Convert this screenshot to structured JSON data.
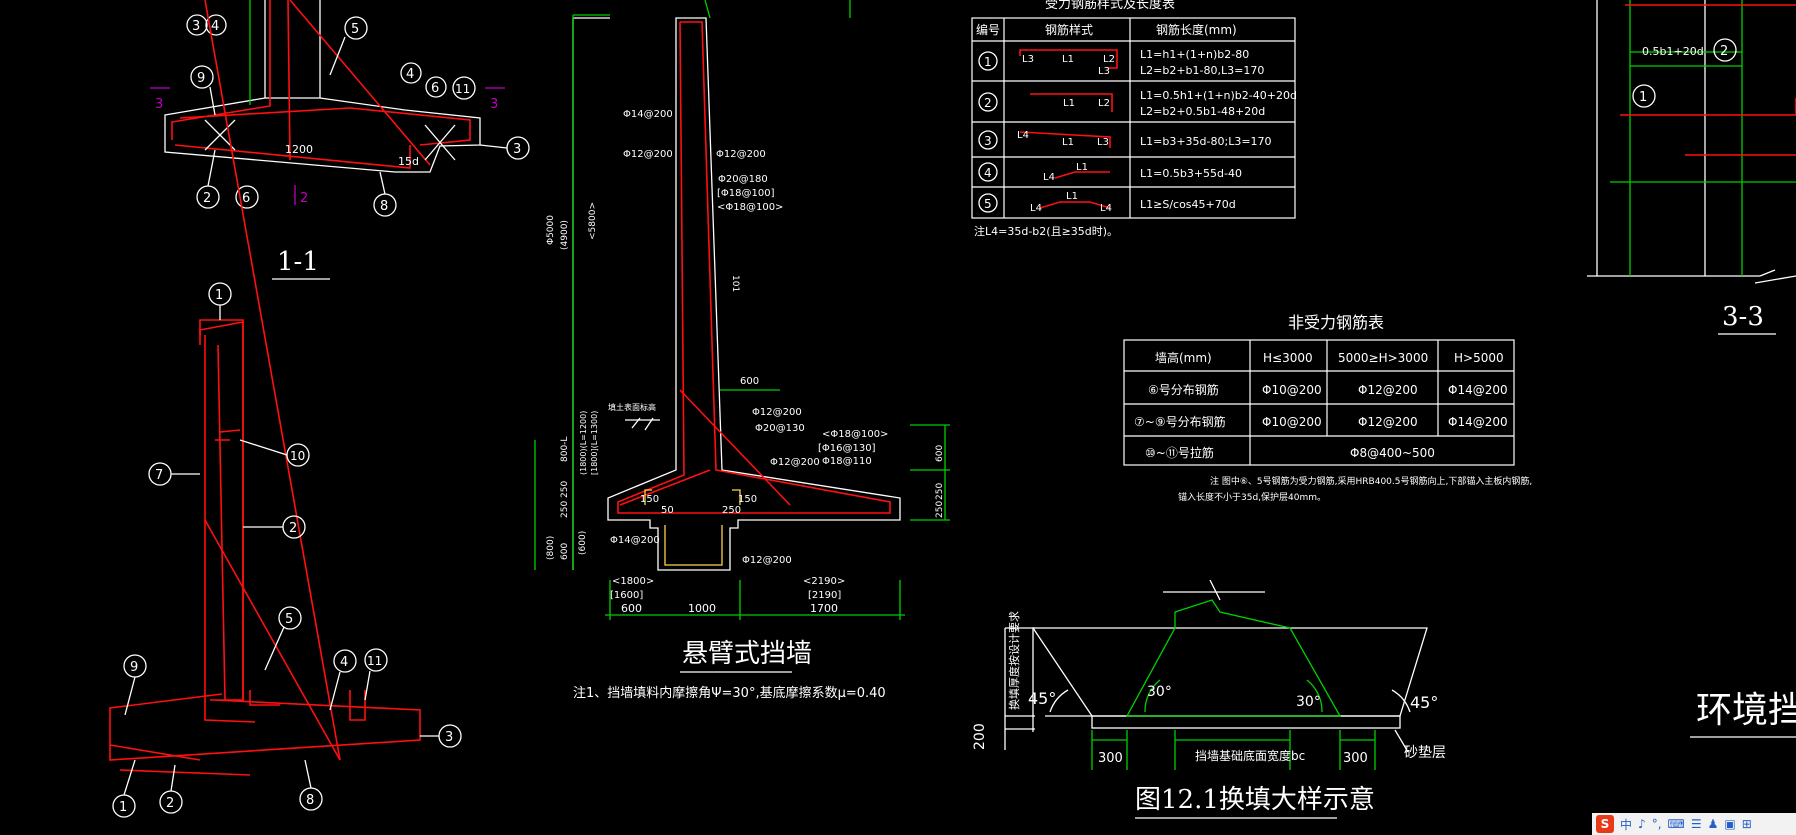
{
  "section11": {
    "title": "1-1",
    "markers": [
      "3",
      "3",
      "2"
    ],
    "balloons": [
      "3",
      "4",
      "5",
      "9",
      "4",
      "6",
      "11",
      "3",
      "2",
      "6",
      "8"
    ],
    "dim1200": "1200",
    "dim15d": "15d"
  },
  "elevation": {
    "balloons": [
      "1",
      "10",
      "7",
      "2",
      "5",
      "9",
      "4",
      "11",
      "3",
      "1",
      "2",
      "8"
    ]
  },
  "wall": {
    "title": "悬臂式挡墙",
    "note": "注1、挡墙填料内摩擦角Ψ=30°,基底摩擦系数μ=0.40",
    "rebar": [
      "Φ14@200",
      "Φ12@200",
      "Φ12@200",
      "Φ20@180",
      "[Φ18@100]",
      "<Φ18@100>",
      "Φ12@200",
      "Φ20@130",
      "<Φ18@100>",
      "[Φ16@130]",
      "Φ18@110",
      "Φ12@200",
      "Φ14@200",
      "Φ12@200"
    ],
    "vdims": [
      "Φ5000",
      "(4900)",
      "<5800>",
      "101",
      "800-L",
      "(1800)(L=1200)",
      "[1800](L=1300)",
      "250",
      "250",
      "(600)",
      "(800)",
      "600",
      "600",
      "250",
      "250"
    ],
    "hdims": [
      "600",
      "150",
      "50",
      "250",
      "150"
    ],
    "bottom": [
      "<1800>",
      "[1600]",
      "600",
      "1000",
      "<2190>",
      "[2190]",
      "1700"
    ],
    "ground": "填土表面标高"
  },
  "table1": {
    "title": "受力钢筋样式及长度表",
    "headers": [
      "编号",
      "钢筋样式",
      "钢筋长度(mm)"
    ],
    "rows": [
      {
        "no": "1",
        "shape": [
          "L3",
          "L1",
          "L2",
          "L3"
        ],
        "len": [
          "L1=h1+(1+n)b2-80",
          "L2=b2+b1-80,L3=170"
        ]
      },
      {
        "no": "2",
        "shape": [
          "L1",
          "L2"
        ],
        "len": [
          "L1=0.5h1+(1+n)b2-40+20d",
          "L2=b2+0.5b1-48+20d"
        ]
      },
      {
        "no": "3",
        "shape": [
          "L4",
          "L1",
          "L3"
        ],
        "len": [
          "L1=b3+35d-80;L3=170"
        ]
      },
      {
        "no": "4",
        "shape": [
          "L4",
          "L1"
        ],
        "len": [
          "L1=0.5b3+55d-40"
        ]
      },
      {
        "no": "5",
        "shape": [
          "L4",
          "L1",
          "L4"
        ],
        "len": [
          "L1≥S/cos45+70d"
        ]
      }
    ],
    "note": "注L4=35d-b2(且≥35d时)。"
  },
  "table2": {
    "title": "非受力钢筋表",
    "headers": [
      "墙高(mm)",
      "H≤3000",
      "5000≥H>3000",
      "H>5000"
    ],
    "rows": [
      {
        "label": "⑥号分布钢筋",
        "c1": "Φ10@200",
        "c2": "Φ12@200",
        "c3": "Φ14@200"
      },
      {
        "label": "⑦~⑨号分布钢筋",
        "c1": "Φ10@200",
        "c2": "Φ12@200",
        "c3": "Φ14@200"
      },
      {
        "label": "⑩~⑪号拉筋",
        "merged": "Φ8@400~500"
      }
    ],
    "note1": "注 图中⑥、5号钢筋为受力钢筋,采用HRB400.5号钢筋向上,下部锚入主板内钢筋,",
    "note2": "锚入长度不小于35d,保护层40mm。"
  },
  "section33": {
    "title": "3-3",
    "label": "0.5b1+20d",
    "balloons": [
      "2",
      "1"
    ]
  },
  "replace": {
    "title": "图12.1换填大样示意",
    "vlabel": "换填厚度按设计要求",
    "angles": [
      "45°",
      "30°",
      "30°",
      "45°"
    ],
    "dims": [
      "200",
      "300",
      "300"
    ],
    "base": "挡墙基础底面宽度bc",
    "sand": "砂垫层"
  },
  "rightTitle": "环境挡墙层",
  "taskbar": {
    "logo": "S",
    "items": [
      "中",
      "♪",
      "°,",
      "⌨",
      "☰",
      "♟",
      "▣",
      "⊞"
    ]
  },
  "colors": {
    "red": "#ff1010",
    "green": "#00d000",
    "white": "#ffffff",
    "magenta": "#c000c0",
    "yellow": "#ffd24a"
  }
}
